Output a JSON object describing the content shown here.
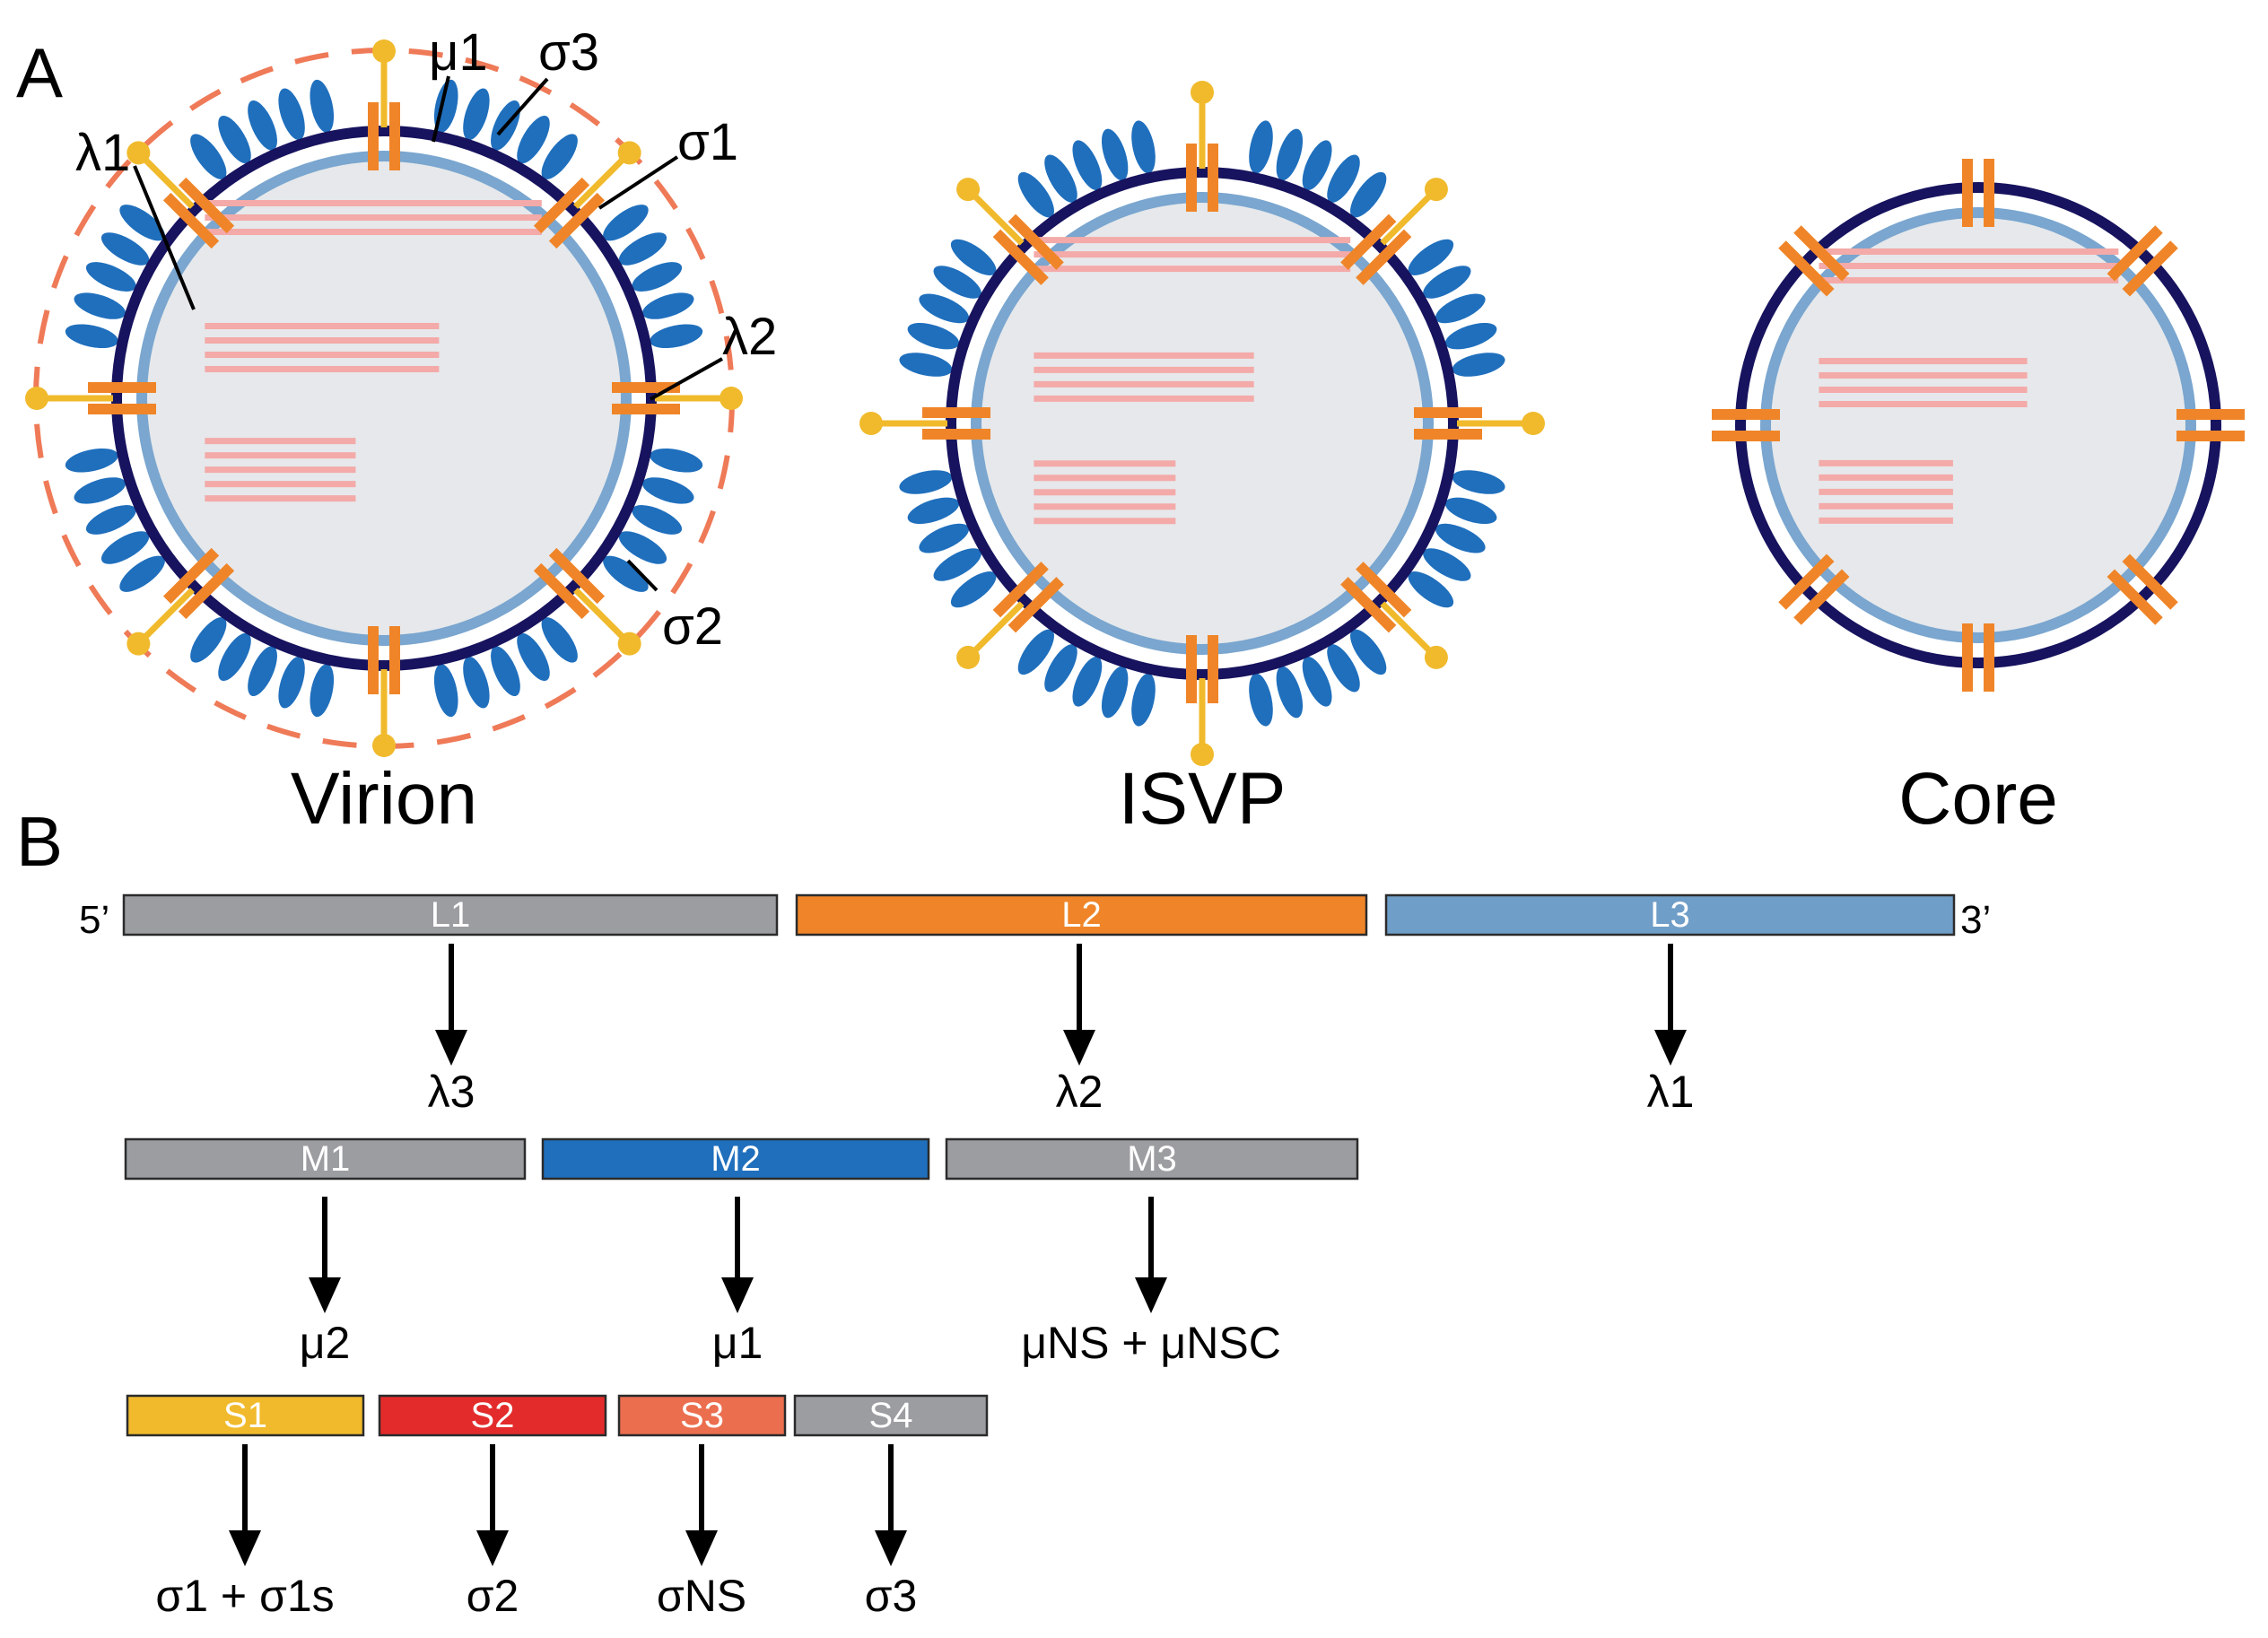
{
  "panel_a": {
    "letter": "A",
    "particles": [
      {
        "id": "virion",
        "label": "Virion",
        "outer_shell": true,
        "sigma3_ring": true,
        "fibers": "full"
      },
      {
        "id": "isvp",
        "label": "ISVP",
        "outer_shell": true,
        "sigma3_ring": false,
        "fibers": "full"
      },
      {
        "id": "core",
        "label": "Core",
        "outer_shell": false,
        "sigma3_ring": false,
        "fibers": "none"
      }
    ],
    "virion_callouts": {
      "mu1": "μ1",
      "sigma3": "σ3",
      "lambda1": "λ1",
      "sigma1": "σ1",
      "lambda2": "λ2",
      "sigma2": "σ2"
    }
  },
  "panel_b": {
    "letter": "B",
    "end5": "5’",
    "end3": "3’",
    "rows": [
      {
        "id": "L",
        "segments": [
          {
            "label": "L1",
            "color": "#9b9da1",
            "product": "λ3"
          },
          {
            "label": "L2",
            "color": "#ef8528",
            "product": "λ2"
          },
          {
            "label": "L3",
            "color": "#6f9ec8",
            "product": "λ1"
          }
        ]
      },
      {
        "id": "M",
        "segments": [
          {
            "label": "M1",
            "color": "#9b9da1",
            "product": "μ2"
          },
          {
            "label": "M2",
            "color": "#1f6fbd",
            "product": "μ1"
          },
          {
            "label": "M3",
            "color": "#9b9da1",
            "product": "μNS + μNSC"
          }
        ]
      },
      {
        "id": "S",
        "segments": [
          {
            "label": "S1",
            "color": "#f0ba2c",
            "product": "σ1 + σ1s"
          },
          {
            "label": "S2",
            "color": "#e32b2b",
            "product": "σ2"
          },
          {
            "label": "S3",
            "color": "#eb6e4e",
            "product": "σNS"
          },
          {
            "label": "S4",
            "color": "#9b9da1",
            "product": "σ3"
          }
        ]
      }
    ]
  },
  "colors": {
    "outer_ring": "#17135e",
    "inner_ring": "#7aa6cf",
    "interior": "#e6e8eb",
    "mu1_ellipse": "#1f6fbd",
    "turret": "#ef8528",
    "fiber": "#f0ba2c",
    "genome_lines": "#f3aaa8",
    "sigma3_dash": "#ef7a58"
  }
}
